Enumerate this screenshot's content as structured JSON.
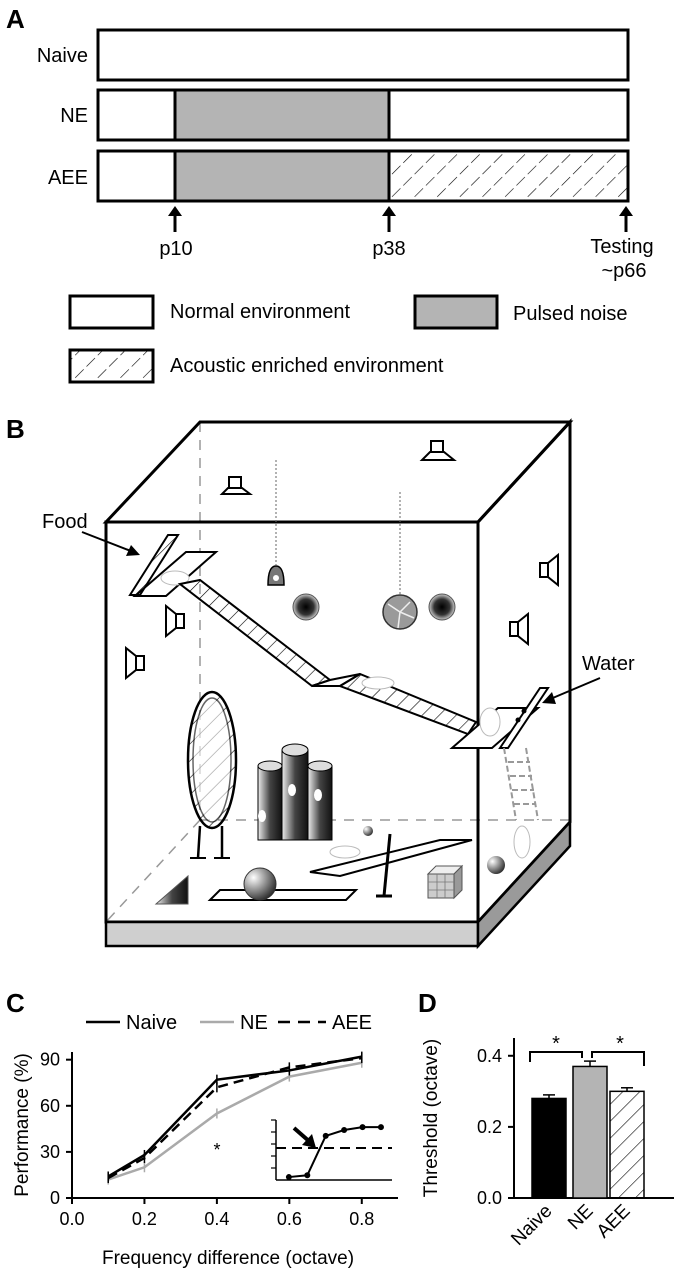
{
  "panel_a": {
    "label": "A",
    "rows": [
      "Naive",
      "NE",
      "AEE"
    ],
    "timepoints": [
      "p10",
      "p38",
      "Testing",
      "~p66"
    ],
    "legend": {
      "normal": "Normal environment",
      "pulsed": "Pulsed noise",
      "enriched": "Acoustic enriched environment"
    },
    "colors": {
      "pulsed": "#b4b4b4",
      "border": "#000000"
    }
  },
  "panel_b": {
    "label": "B",
    "food_label": "Food",
    "water_label": "Water"
  },
  "panel_c": {
    "label": "C",
    "legend": [
      "Naive",
      "NE",
      "AEE"
    ],
    "star": "*"
  },
  "panel_d": {
    "label": "D",
    "stars": [
      "*",
      "*"
    ]
  },
  "chart_data": [
    {
      "type": "line",
      "xlabel": "Frequency difference (octave)",
      "ylabel": "Performance (%)",
      "xlim": [
        0.0,
        0.9
      ],
      "ylim": [
        0,
        95
      ],
      "x_ticks": [
        "0.0",
        "0.2",
        "0.4",
        "0.6",
        "0.8"
      ],
      "y_ticks": [
        "0",
        "30",
        "60",
        "90"
      ],
      "x": [
        0.1,
        0.2,
        0.4,
        0.6,
        0.8
      ],
      "series": [
        {
          "name": "Naive",
          "values": [
            14,
            28,
            77,
            83,
            92
          ],
          "color": "#000000",
          "dash": "solid"
        },
        {
          "name": "NE",
          "values": [
            12,
            20,
            55,
            79,
            88
          ],
          "color": "#aaaaaa",
          "dash": "solid"
        },
        {
          "name": "AEE",
          "values": [
            13,
            26,
            72,
            85,
            91
          ],
          "color": "#000000",
          "dash": "dashed"
        }
      ],
      "annotation": "*",
      "inset": {
        "type": "line",
        "x": [
          1,
          2,
          3,
          4,
          5,
          6
        ],
        "values": [
          5,
          8,
          75,
          85,
          90,
          90
        ],
        "threshold": 50
      },
      "legend_position": "top"
    },
    {
      "type": "bar",
      "categories": [
        "Naive",
        "NE",
        "AEE"
      ],
      "values": [
        0.28,
        0.37,
        0.3
      ],
      "errors": [
        0.01,
        0.015,
        0.01
      ],
      "fills": [
        "#000000",
        "#b4b4b4",
        "hatch"
      ],
      "xlabel": "",
      "ylabel": "Threshold (octave)",
      "ylim": [
        0.0,
        0.45
      ],
      "y_ticks": [
        "0.0",
        "0.2",
        "0.4"
      ],
      "significance": [
        "*",
        "*"
      ]
    }
  ]
}
